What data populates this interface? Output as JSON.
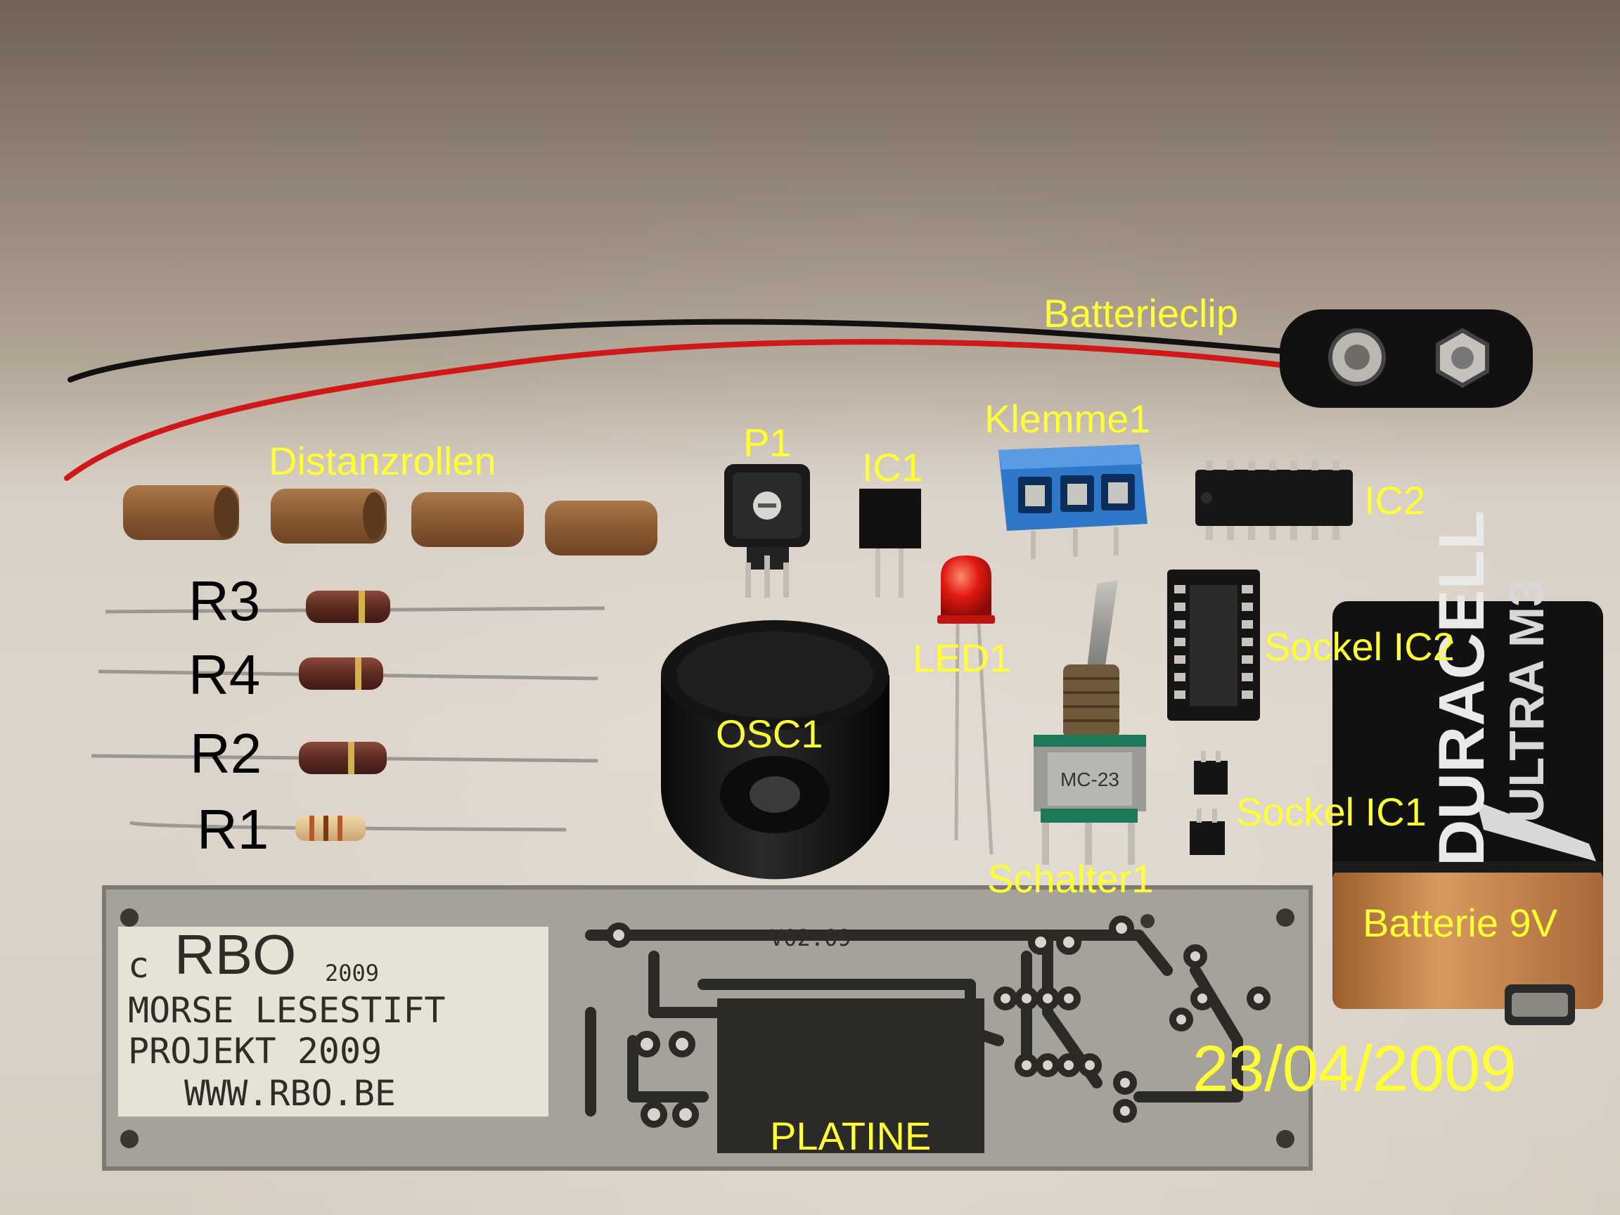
{
  "labels": {
    "batterieclip": "Batterieclip",
    "distanzrollen": "Distanzrollen",
    "p1": "P1",
    "ic1": "IC1",
    "klemme1": "Klemme1",
    "ic2": "IC2",
    "r3": "R3",
    "r4": "R4",
    "r2": "R2",
    "r1": "R1",
    "led1": "LED1",
    "osc1": "OSC1",
    "sockel_ic2": "Sockel IC2",
    "sockel_ic1": "Sockel IC1",
    "schalter1": "Schalter1",
    "batterie_9v": "Batterie 9V",
    "platine": "PLATINE",
    "date": "23/04/2009"
  },
  "pcb_print": {
    "c": "c",
    "brand": "RBO",
    "year": "2009",
    "line1": "MORSE LESESTIFT",
    "line2": "PROJEKT 2009",
    "line3": "WWW.RBO.BE",
    "version": "V02.09"
  },
  "battery": {
    "brand": "DURACELL",
    "model": "ULTRA M3"
  },
  "switch_print": "MC-23",
  "colors": {
    "label_yellow": "#ffff33",
    "label_black": "#000000",
    "battery_copper": "#c8864c",
    "terminal_blue": "#2f77c9",
    "wire_red": "#d01818",
    "led_red": "#e01a10"
  }
}
